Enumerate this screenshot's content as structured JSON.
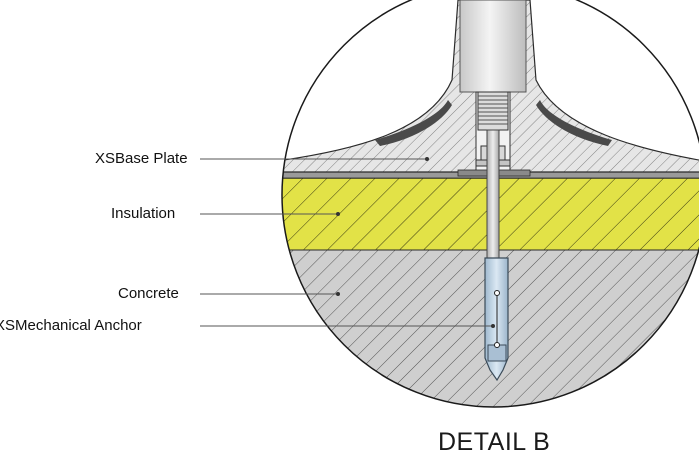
{
  "title": "DETAIL B",
  "callouts": [
    {
      "id": "base-plate",
      "label": "XSBase Plate"
    },
    {
      "id": "insulation",
      "label": "Insulation"
    },
    {
      "id": "concrete",
      "label": "Concrete"
    },
    {
      "id": "anchor",
      "label": "XSMechanical Anchor"
    }
  ],
  "colors": {
    "insulation_fill": "#e2e247",
    "concrete_fill": "#cfcfcf",
    "plate_fill": "#e4e4e4",
    "anchor_fill": "#bcd3e6",
    "hatch": "#4a4a4a",
    "outline": "#2b2b2b",
    "leader": "#555555"
  }
}
